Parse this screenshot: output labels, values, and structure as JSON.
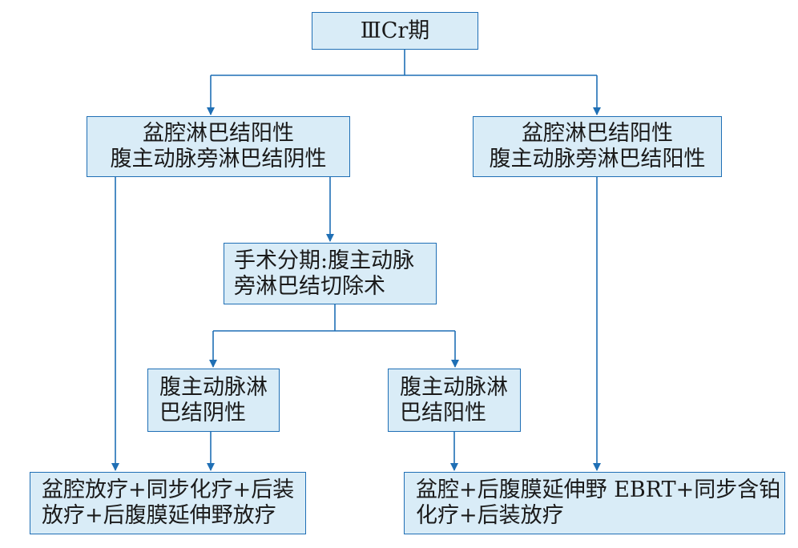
{
  "colors": {
    "box_fill": "#d9ecf7",
    "box_border": "#1f6fb5",
    "connector": "#1f6fb5",
    "text": "#1a1a1a"
  },
  "nodes": {
    "root": {
      "line1": "ⅢCr期"
    },
    "left": {
      "line1": "盆腔淋巴结阳性",
      "line2": "腹主动脉旁淋巴结阴性"
    },
    "right": {
      "line1": "盆腔淋巴结阳性",
      "line2": "腹主动脉旁淋巴结阳性"
    },
    "surgery": {
      "line1": "手术分期:腹主动脉",
      "line2": "旁淋巴结切除术"
    },
    "aortic_negative": {
      "line1": "腹主动脉淋",
      "line2": "巴结阴性"
    },
    "aortic_positive": {
      "line1": "腹主动脉淋",
      "line2": "巴结阳性"
    },
    "treatment_left": {
      "line1": "盆腔放疗+同步化疗+后装",
      "line2": "放疗+后腹膜延伸野放疗"
    },
    "treatment_right": {
      "line1": "盆腔+后腹膜延伸野 EBRT+同步含铂",
      "line2": "化疗+后装放疗"
    }
  }
}
